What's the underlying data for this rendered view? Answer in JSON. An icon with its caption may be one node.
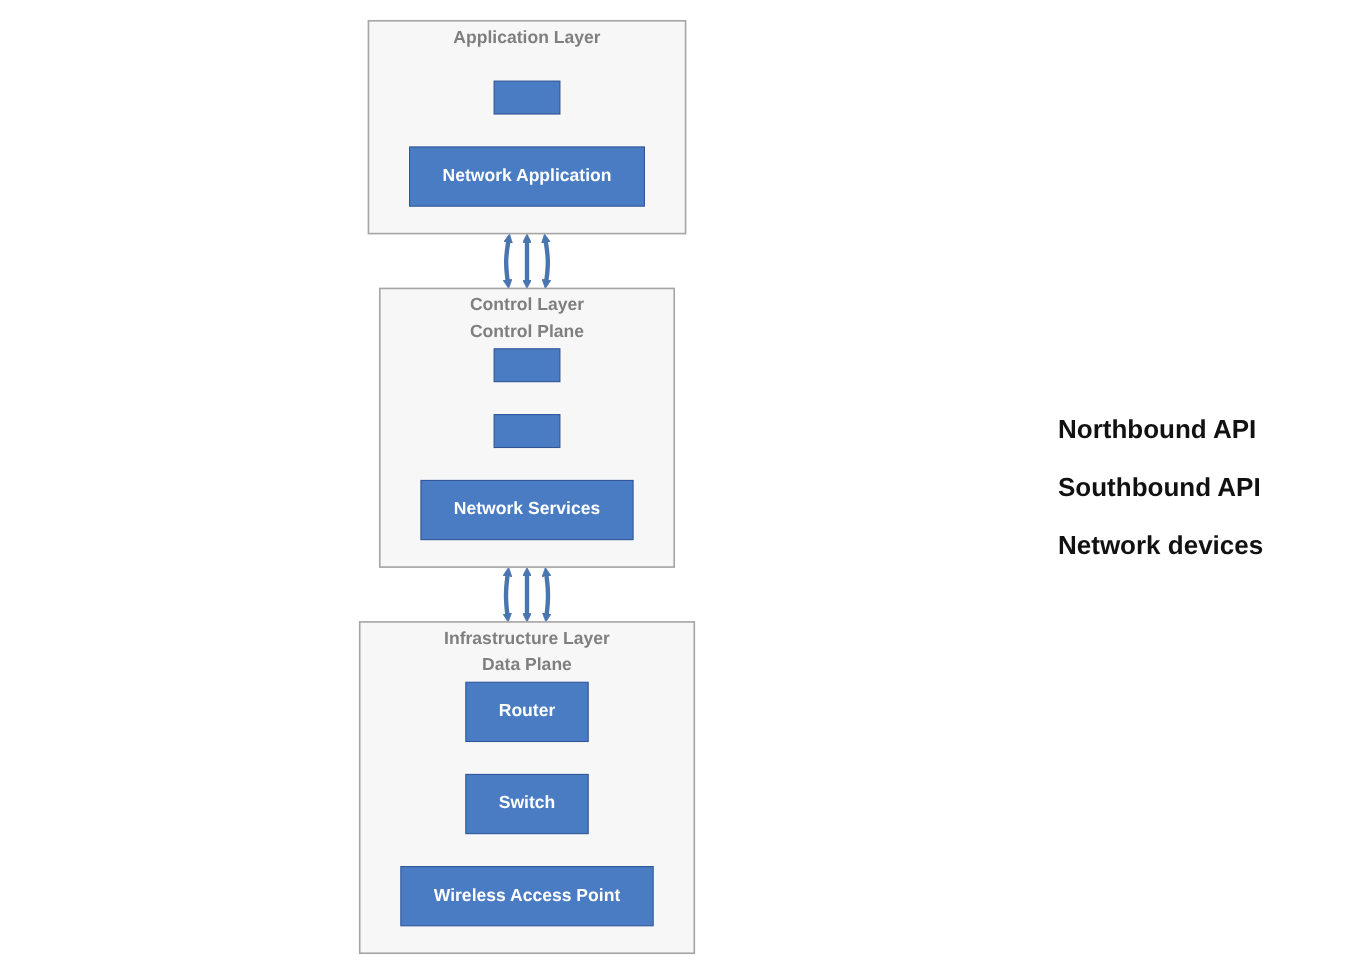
{
  "diagram": {
    "nodes": [
      {
        "text": [
          "Application Layer"
        ]
      },
      {
        "text": [],
        "shape": "box",
        "in": 0
      },
      {
        "text": [
          "Network Application"
        ],
        "in": 0
      },
      {
        "text": [
          "Control Layer",
          "Control Plane"
        ]
      },
      {
        "text": [],
        "shape": "box",
        "in": 3
      },
      {
        "text": [],
        "shape": "box",
        "in": 3
      },
      {
        "text": [
          "Network Services"
        ],
        "in": 3
      },
      {
        "text": [
          "Infrastructure Layer",
          "Data Plane"
        ]
      },
      {
        "text": [
          "Router"
        ],
        "in": 7
      },
      {
        "text": [
          "Switch"
        ],
        "in": 7
      },
      {
        "text": [
          "Wireless Access Point"
        ],
        "in": 7
      }
    ],
    "edges": [
      {
        "from": 0,
        "to": 3,
        "arrow": "both"
      },
      {
        "from": 0,
        "to": 3,
        "arrow": "both"
      },
      {
        "from": 0,
        "to": 3,
        "arrow": "both"
      },
      {
        "from": 3,
        "to": 7,
        "arrow": "both"
      },
      {
        "from": 3,
        "to": 7,
        "arrow": "both"
      },
      {
        "from": 3,
        "to": 7,
        "arrow": "both"
      }
    ],
    "labels": [
      "Northbound API",
      "Southbound API",
      "Network devices"
    ]
  }
}
